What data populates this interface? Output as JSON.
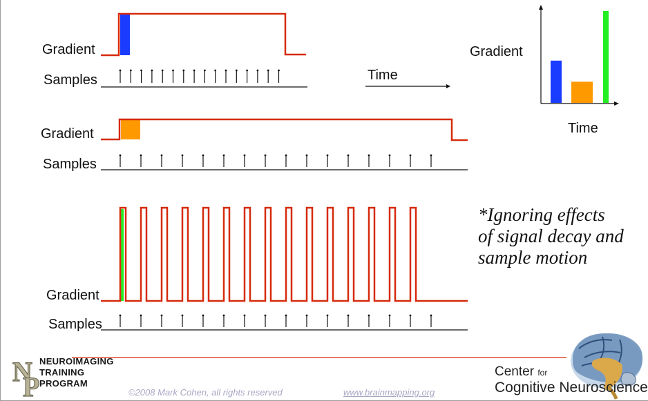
{
  "diagram": {
    "rows": [
      {
        "gradient_label": "Gradient",
        "samples_label": "Samples"
      },
      {
        "gradient_label": "Gradient",
        "samples_label": "Samples"
      },
      {
        "gradient_label": "Gradient",
        "samples_label": "Samples"
      }
    ],
    "time_label": "Time",
    "inset": {
      "y_label": "Gradient",
      "x_label": "Time",
      "bars": [
        {
          "color": "#1a3cff",
          "level": 0.46
        },
        {
          "color": "#ff9900",
          "level": 0.23
        },
        {
          "color": "#22ee22",
          "level": 1.0
        }
      ]
    },
    "colors": {
      "gradient": "#d62a0c",
      "blue_area": "#1a3cff",
      "orange_area": "#ff9900",
      "green_area": "#22ee22"
    }
  },
  "note": {
    "lines": [
      "*Ignoring effects",
      "of signal decay and",
      "sample motion"
    ]
  },
  "footer": {
    "copyright": "©2008 Mark Cohen, all rights reserved",
    "link": "www.brainmapping.org",
    "logo_left_letters": "NP",
    "logo_left_words": [
      "NEUROIMAGING",
      "TRAINING",
      "PROGRAM"
    ],
    "logo_right_line1": "Center",
    "logo_right_for": "for",
    "logo_right_line2": "Cognitive Neuroscience"
  }
}
